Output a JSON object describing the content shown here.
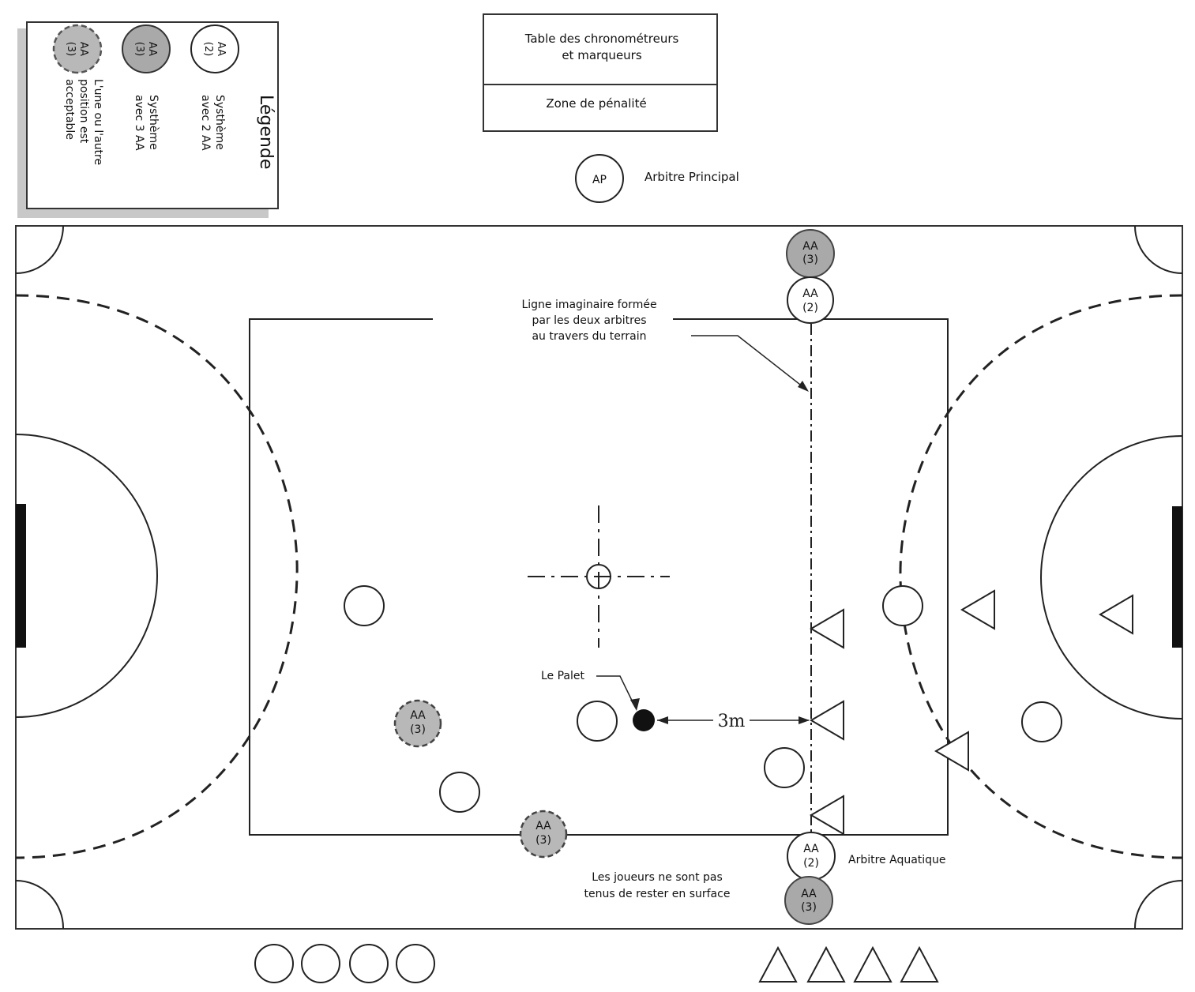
{
  "legend": {
    "title": "Légende",
    "items": [
      {
        "token_line1": "AA",
        "token_line2": "(2)",
        "style": "white",
        "text_line1": "Systhème",
        "text_line2": "avec 2 AA",
        "text_line3": ""
      },
      {
        "token_line1": "AA",
        "token_line2": "(3)",
        "style": "grey",
        "text_line1": "Systhème",
        "text_line2": "avec 3 AA",
        "text_line3": ""
      },
      {
        "token_line1": "AA",
        "token_line2": "(3)",
        "style": "grey-dashed",
        "text_line1": "L'une ou l'autre",
        "text_line2": "position est",
        "text_line3": "acceptable"
      }
    ]
  },
  "table": {
    "top_line1": "Table des chronométreurs",
    "top_line2": "et marqueurs",
    "bottom": "Zone de pénalité"
  },
  "head_referee": {
    "token": "AP",
    "label": "Arbitre Principal"
  },
  "annotations": {
    "imaginary_line_1": "Ligne imaginaire formée",
    "imaginary_line_2": "par les deux arbitres",
    "imaginary_line_3": "au travers du terrain",
    "puck": "Le Palet",
    "distance": "3m",
    "water_referee": "Arbitre Aquatique",
    "players_note_1": "Les joueurs ne sont pas",
    "players_note_2": "tenus de rester en surface"
  },
  "referees": {
    "top_3": {
      "line1": "AA",
      "line2": "(3)"
    },
    "top_2": {
      "line1": "AA",
      "line2": "(2)"
    },
    "bottom_2": {
      "line1": "AA",
      "line2": "(2)"
    },
    "bottom_3": {
      "line1": "AA",
      "line2": "(3)"
    },
    "alt_a": {
      "line1": "AA",
      "line2": "(3)"
    },
    "alt_b": {
      "line1": "AA",
      "line2": "(3)"
    }
  },
  "colors": {
    "grey_token": "#a9a9a9",
    "line": "#222222",
    "goal": "#111111"
  },
  "teams": {
    "circles_count": 6,
    "triangles_count": 6,
    "bench_circles": 4,
    "bench_triangles": 4
  }
}
